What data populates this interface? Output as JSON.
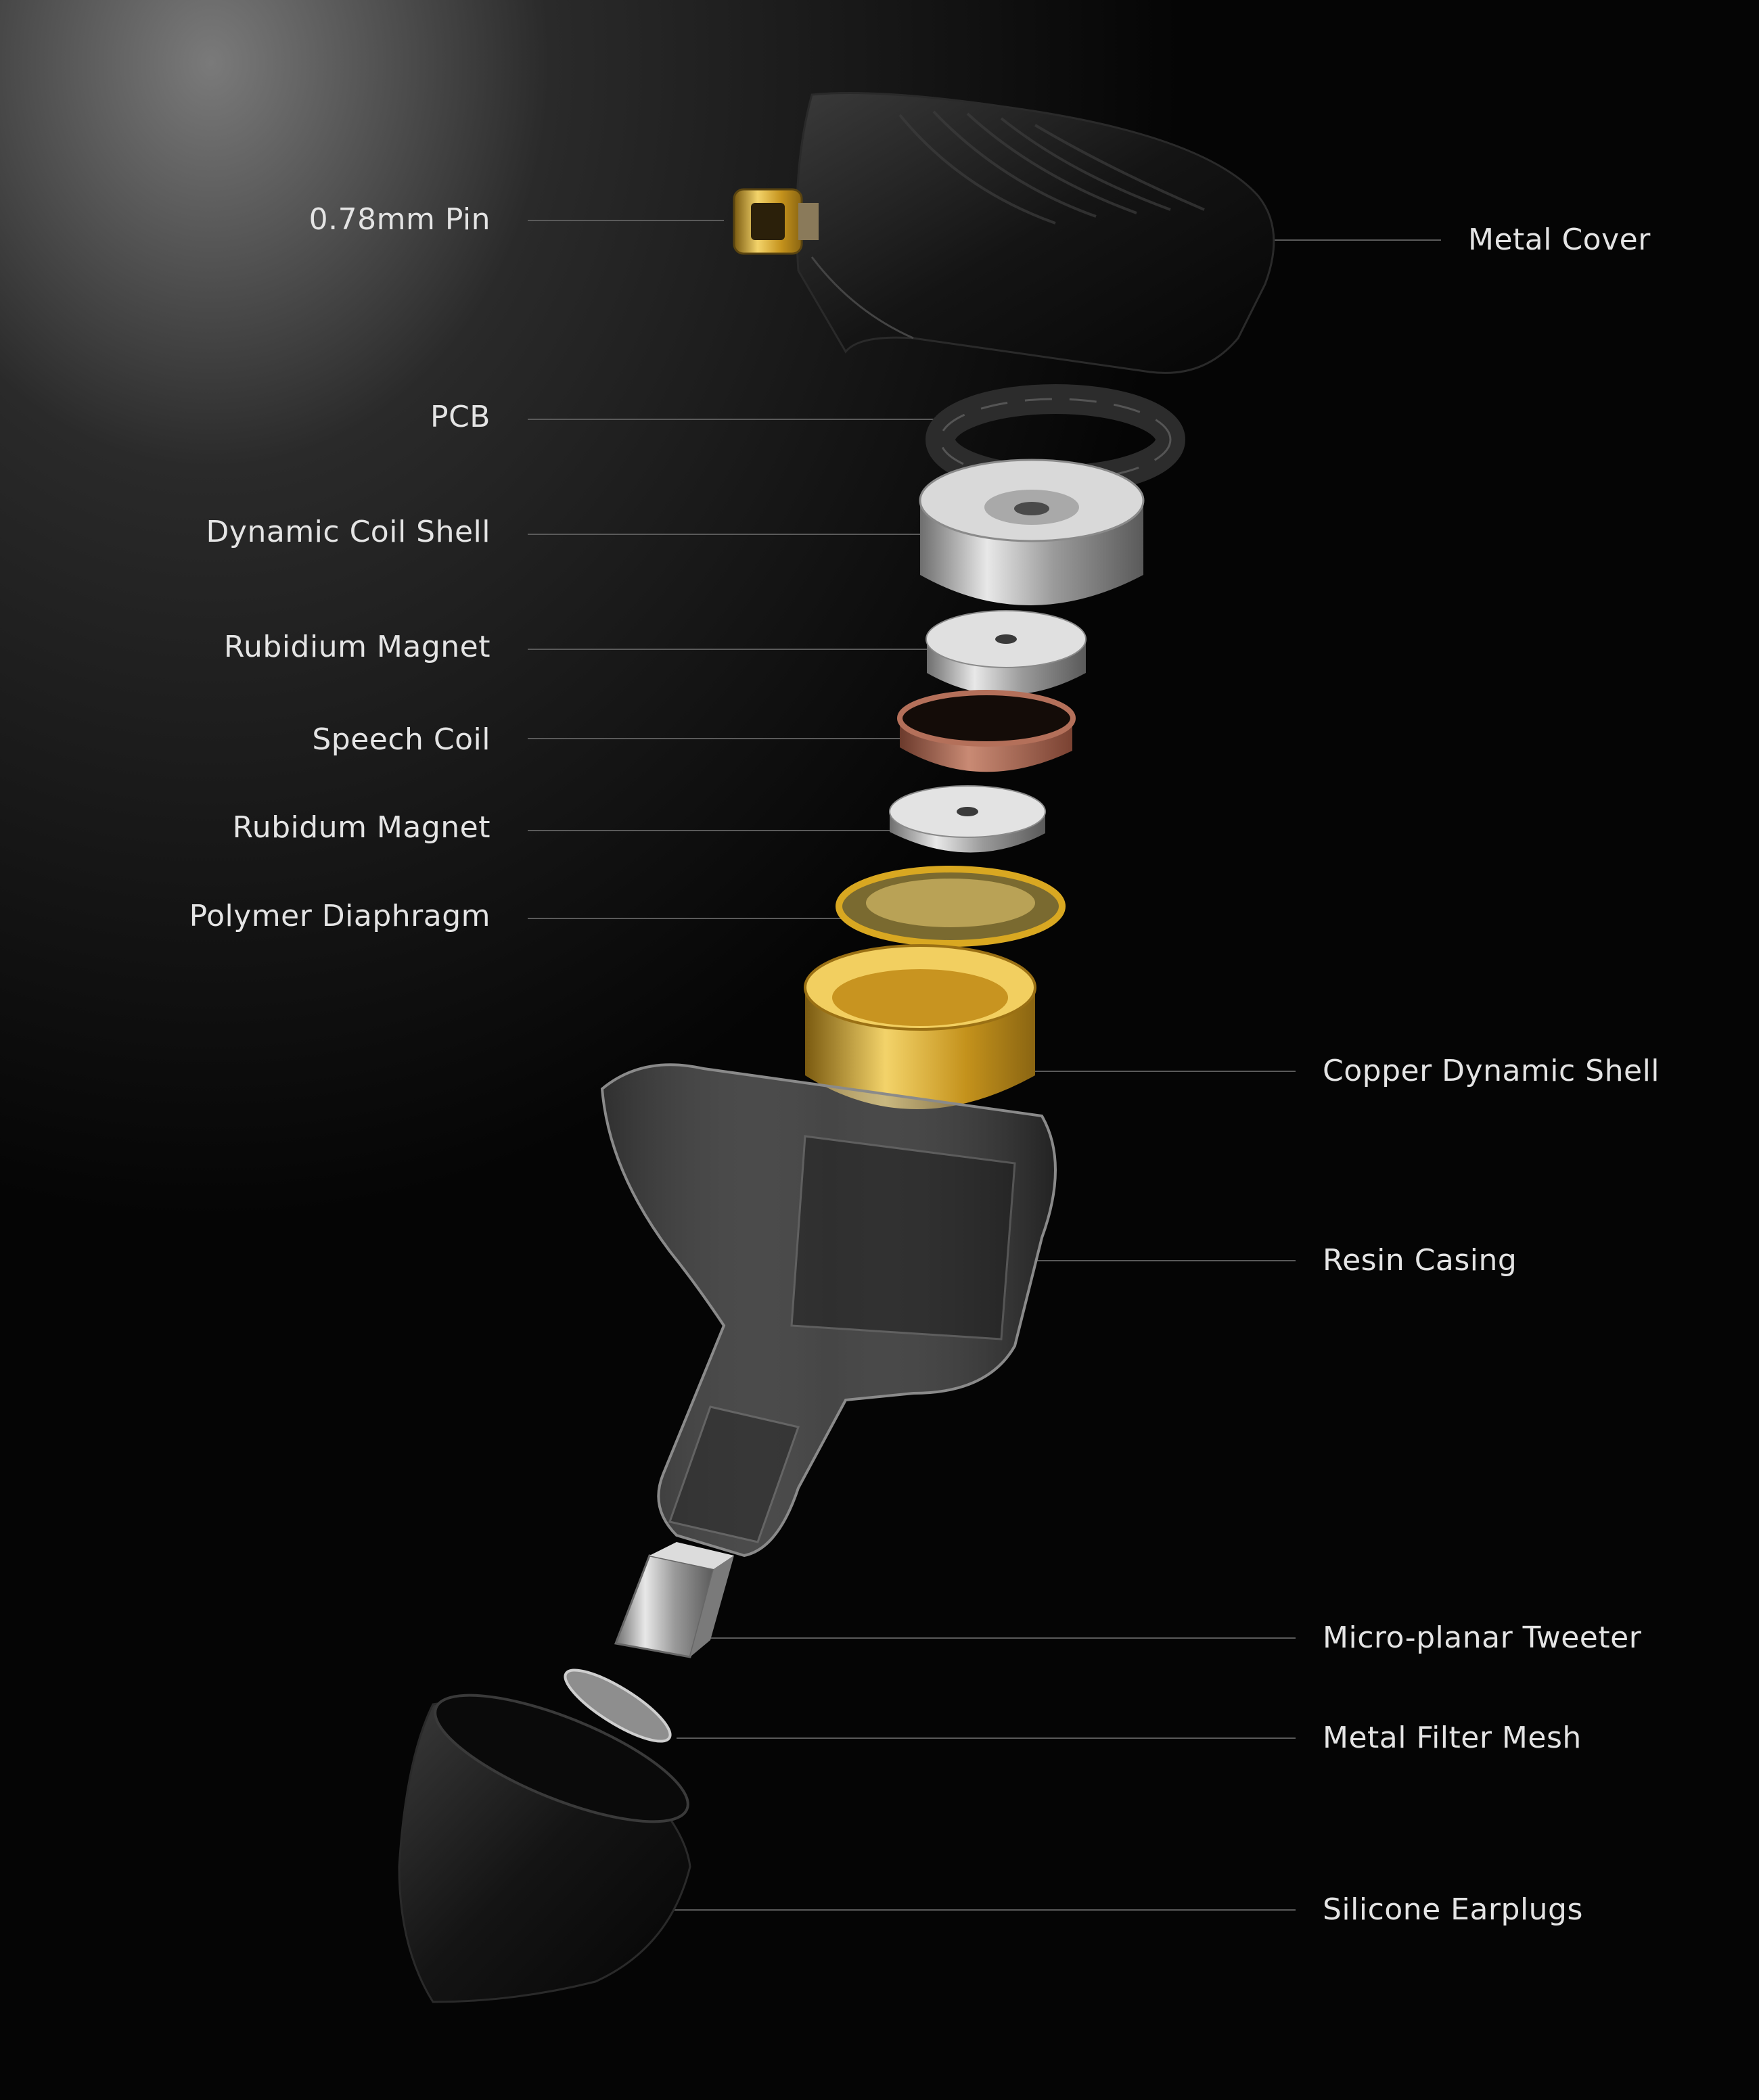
{
  "labels": {
    "pin": "0.78mm Pin",
    "metal_cover": "Metal Cover",
    "pcb": "PCB",
    "dynamic_coil_shell": "Dynamic Coil Shell",
    "rubidium_magnet": "Rubidium Magnet",
    "speech_coil": "Speech Coil",
    "rubidum_magnet": "Rubidum Magnet",
    "polymer_diaphragm": "Polymer Diaphragm",
    "copper_dynamic_shell": "Copper Dynamic Shell",
    "resin_casing": "Resin Casing",
    "micro_planar_tweeter": "Micro-planar Tweeter",
    "metal_filter_mesh": "Metal Filter Mesh",
    "silicone_earplugs": "Silicone Earplugs"
  },
  "colors": {
    "background": "#050505",
    "label_text": "#e4e4e4",
    "leader_line": "#5a5a5a",
    "copper": "#b4705a",
    "gold": "#d9a821",
    "silver": "#c8c8c8"
  }
}
